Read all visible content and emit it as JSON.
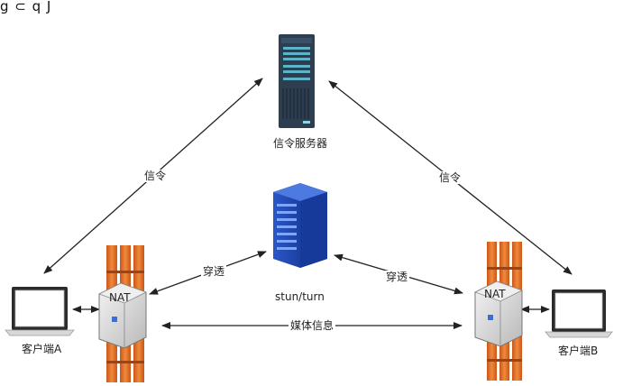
{
  "top_fragment": "g ⊂ q J",
  "nodes": {
    "signal_server": {
      "label": "信令服务器",
      "icon": "server-rack-icon"
    },
    "turn_server": {
      "label": "stun/turn",
      "icon": "blue-server-icon"
    },
    "client_a": {
      "label": "客户端A",
      "icon": "laptop-icon"
    },
    "client_b": {
      "label": "客户端B",
      "icon": "laptop-icon"
    },
    "nat_a": {
      "label": "NAT",
      "icon": "nat-router-icon",
      "firewall": "firewall-wall-icon"
    },
    "nat_b": {
      "label": "NAT",
      "icon": "nat-router-icon",
      "firewall": "firewall-wall-icon"
    }
  },
  "edges": {
    "signal_left": "信令",
    "signal_right": "信令",
    "traverse_left": "穿透",
    "traverse_right": "穿透",
    "media": "媒体信息"
  },
  "colors": {
    "arrow": "#222222",
    "firewall": "#e8792a",
    "turn_server": "#1c3f9c",
    "signal_server": "#2c3e50"
  }
}
